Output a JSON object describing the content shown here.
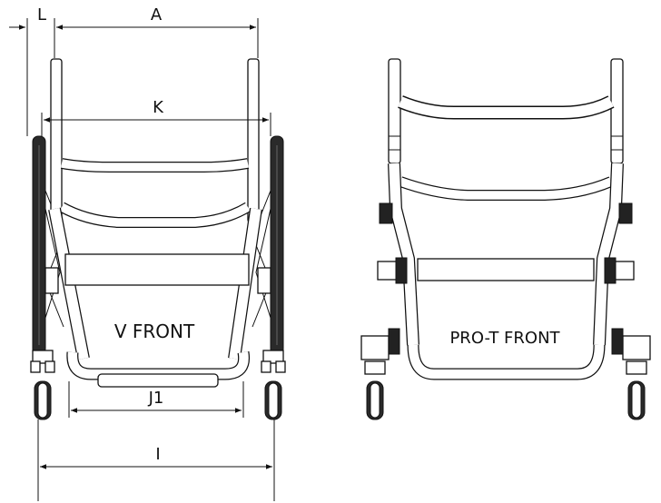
{
  "diagram": {
    "left_view": {
      "label": "V FRONT",
      "dimensions": {
        "A": "A",
        "K": "K",
        "L": "L",
        "J1": "J1",
        "I": "I"
      }
    },
    "right_view": {
      "label": "PRO-T FRONT"
    }
  }
}
